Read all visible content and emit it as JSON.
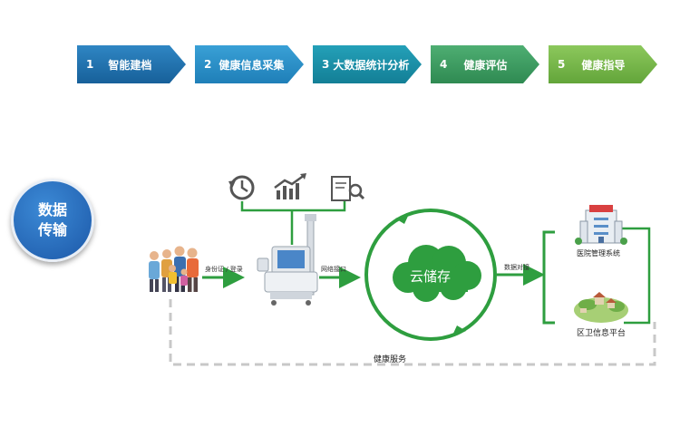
{
  "steps": [
    {
      "num": "1",
      "label": "智能建档"
    },
    {
      "num": "2",
      "label": "健康信息采集"
    },
    {
      "num": "3",
      "label": "大数据统计分析"
    },
    {
      "num": "4",
      "label": "健康评估"
    },
    {
      "num": "5",
      "label": "健康指导"
    }
  ],
  "badge": {
    "line1": "数据",
    "line2": "传输"
  },
  "flow": {
    "id_label": "身份证 / 登录",
    "network_label": "网络接口",
    "data_label": "数据对接",
    "cloud_label": "云储存",
    "hospital_label": "医院管理系统",
    "platform_label": "区卫信息平台",
    "service_label": "健康服务"
  },
  "icons": [
    "history-icon",
    "trend-chart-icon",
    "report-search-icon",
    "family-icon",
    "health-kiosk-icon",
    "cloud-icon",
    "hospital-icon",
    "village-icon"
  ],
  "colors": {
    "green": "#2e9e3f",
    "dashed": "#c8c8c8",
    "cloud": "#2e9e3f"
  }
}
